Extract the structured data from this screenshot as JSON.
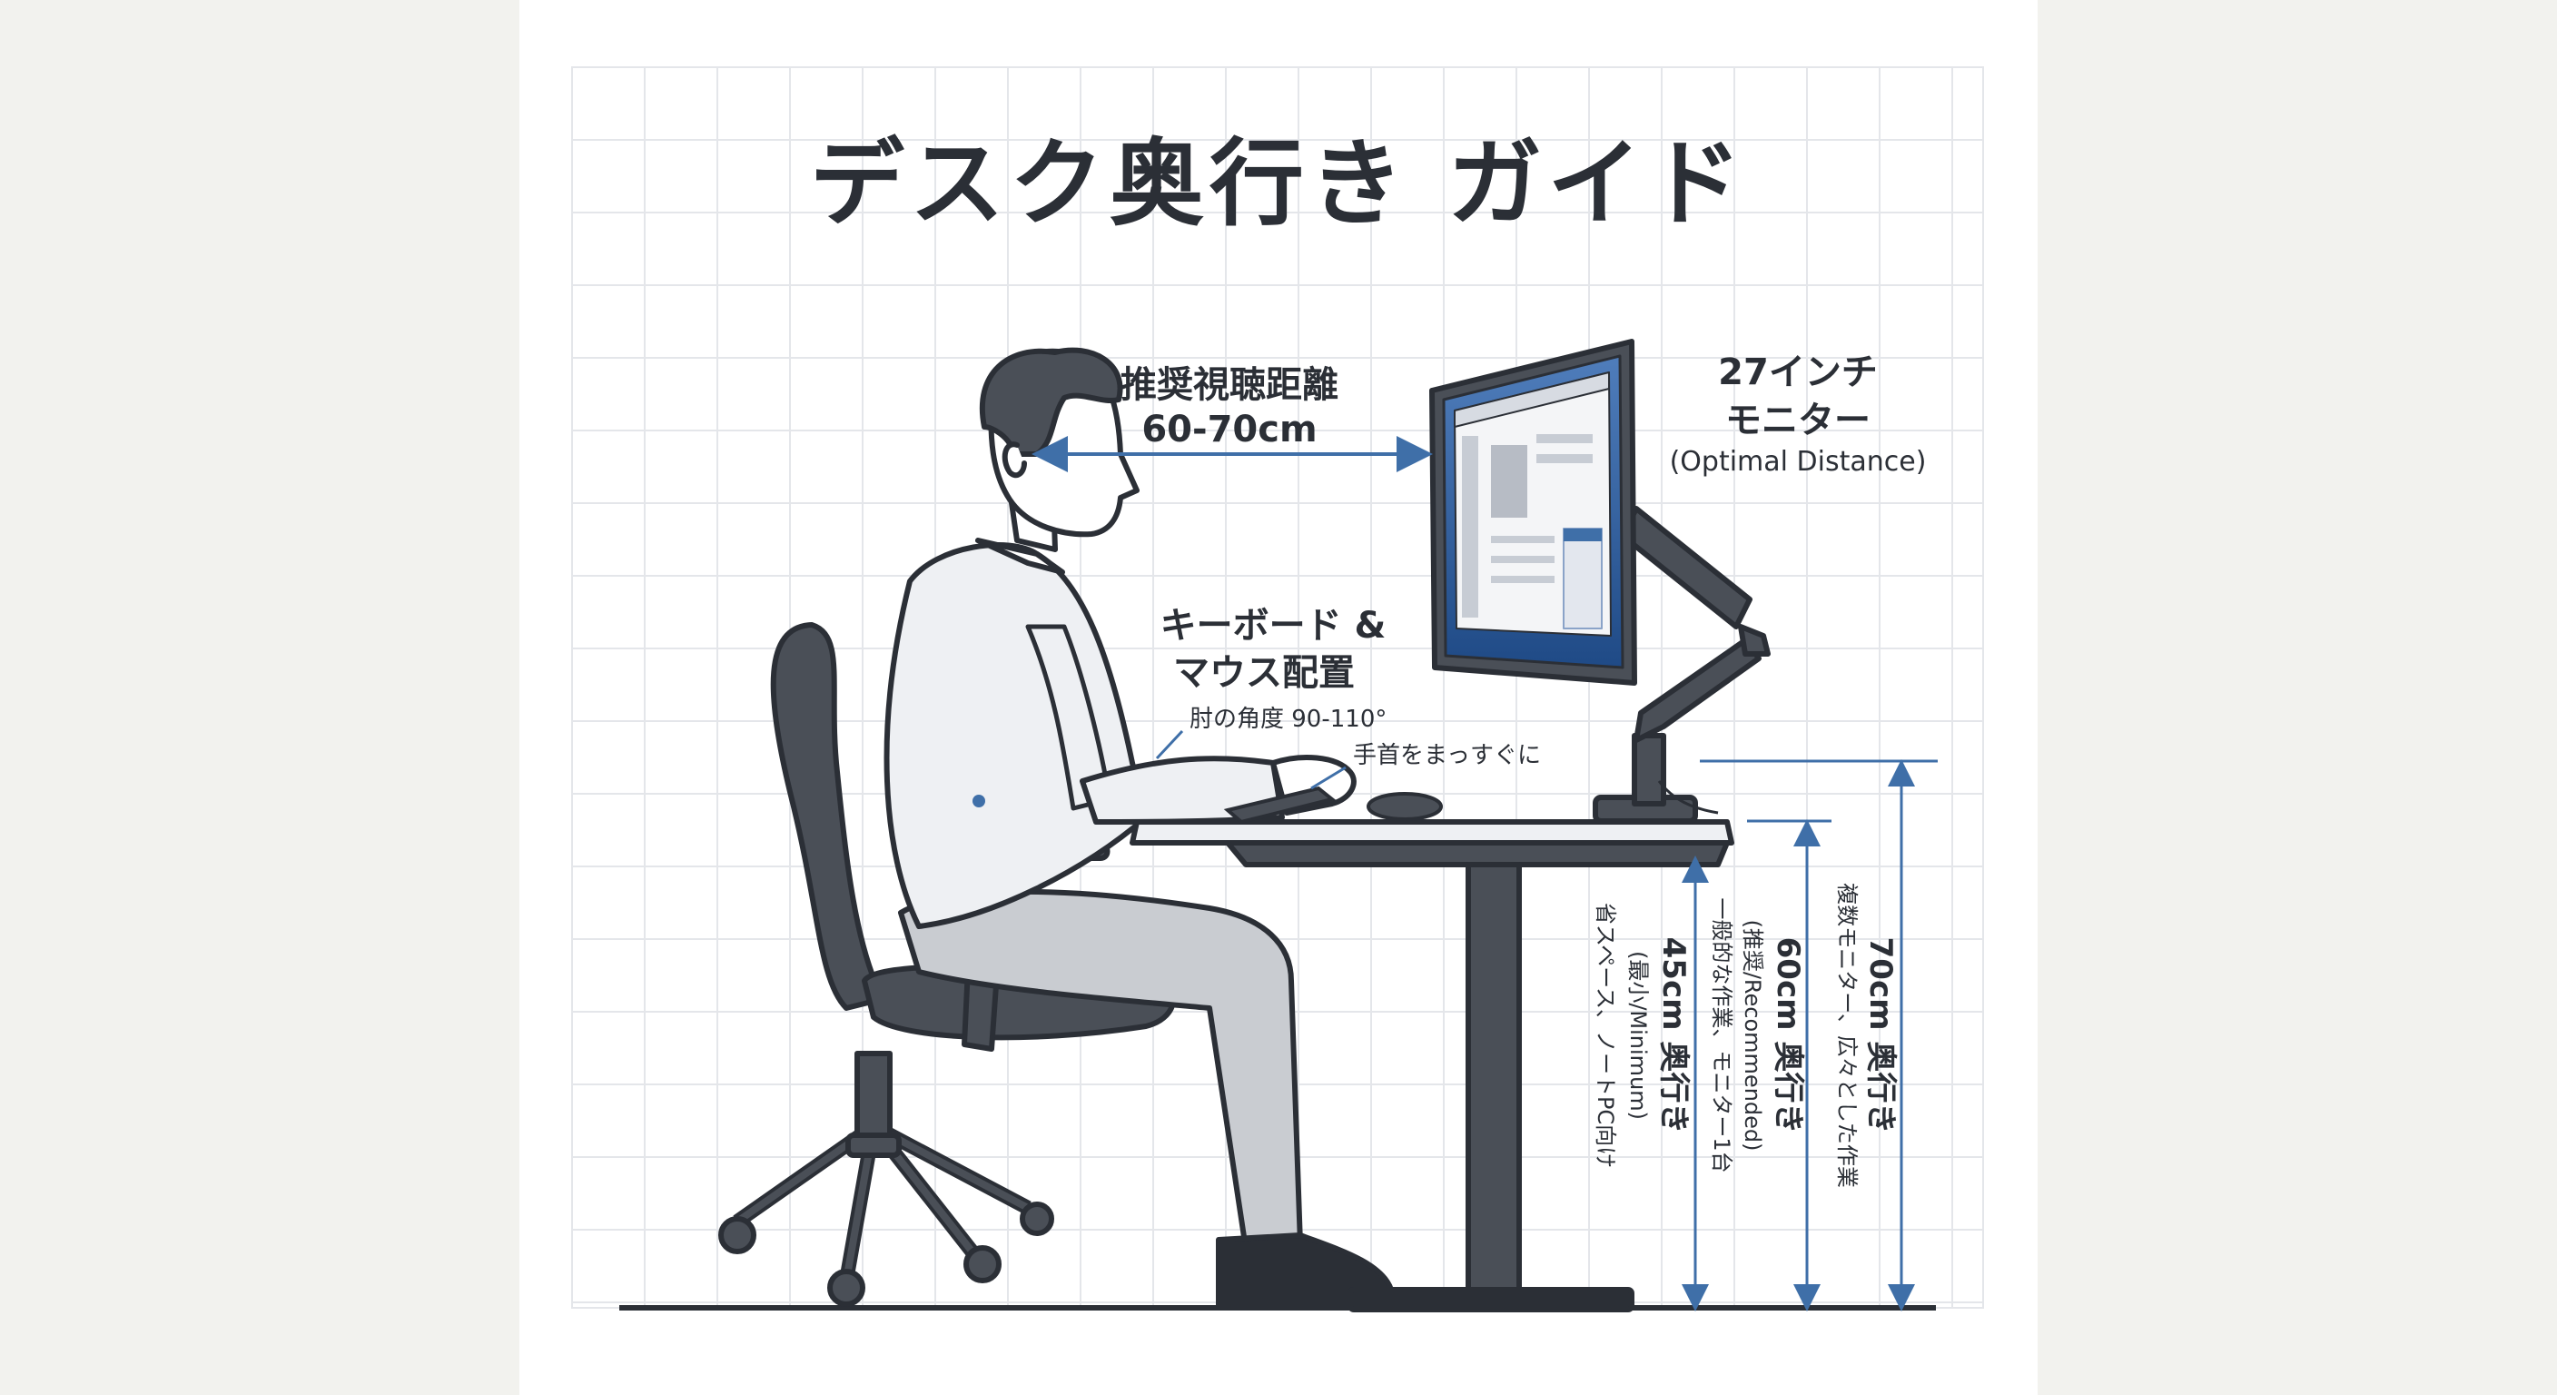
{
  "title": "デスク奥行き ガイド",
  "viewing": {
    "label": "推奨視聴距離",
    "value": "60-70cm"
  },
  "monitor": {
    "size": "27インチ",
    "label": "モニター",
    "note": "(Optimal Distance)"
  },
  "keyboard": {
    "line1": "キーボード &",
    "line2": "マウス配置",
    "elbow": "肘の角度 90-110°",
    "wrist": "手首をまっすぐに"
  },
  "depths": [
    {
      "main": "45cm 奥行き",
      "sub": "(最小/Minimum)",
      "desc": "省スペース、ノートPC向け"
    },
    {
      "main": "60cm 奥行き",
      "sub": "(推奨/Recommended)",
      "desc": "一般的な作業、モニター1台"
    },
    {
      "main": "70cm 奥行き",
      "sub": "",
      "desc": "複数モニター、広々とした作業"
    }
  ],
  "colors": {
    "ink": "#2b2f36",
    "accent": "#3f6fa8",
    "grid": "#e4e6ea",
    "shirt": "#eef0f3",
    "pants": "#c9ccd1",
    "metal": "#4a4f57",
    "screen": "#2f5d9a"
  }
}
